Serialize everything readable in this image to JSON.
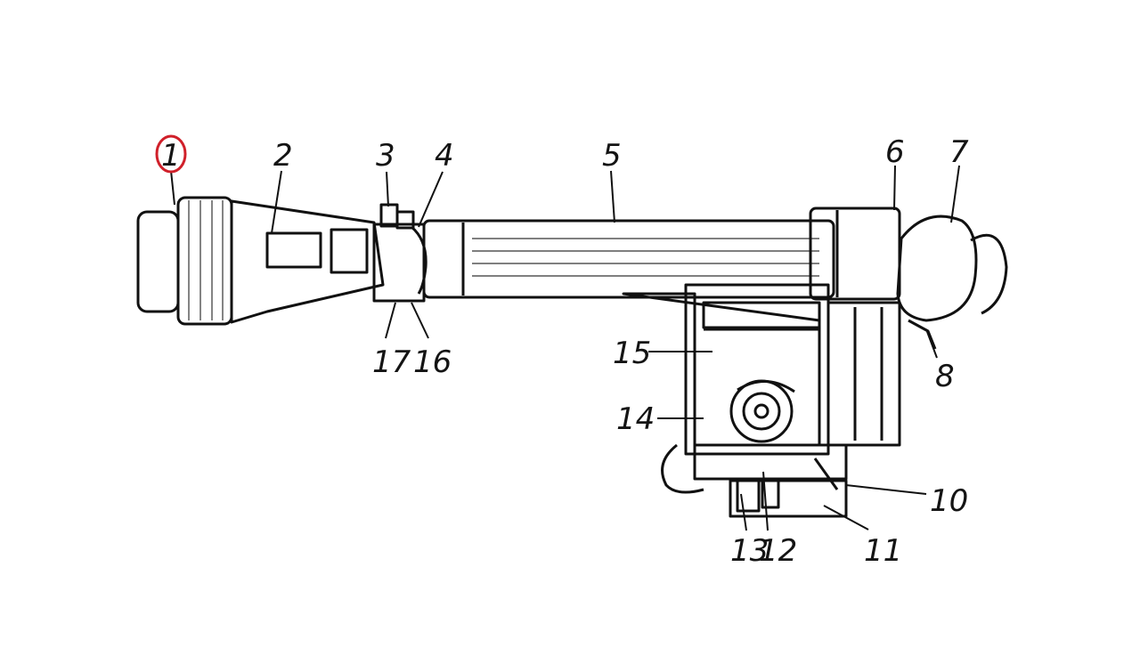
{
  "figure": {
    "callouts": [
      {
        "id": "1",
        "text": "1",
        "highlighted": true
      },
      {
        "id": "2",
        "text": "2"
      },
      {
        "id": "3",
        "text": "3"
      },
      {
        "id": "4",
        "text": "4"
      },
      {
        "id": "5",
        "text": "5"
      },
      {
        "id": "6",
        "text": "6"
      },
      {
        "id": "7",
        "text": "7"
      },
      {
        "id": "8",
        "text": "8"
      },
      {
        "id": "10",
        "text": "10"
      },
      {
        "id": "11",
        "text": "11"
      },
      {
        "id": "12",
        "text": "12"
      },
      {
        "id": "13",
        "text": "13"
      },
      {
        "id": "14",
        "text": "14"
      },
      {
        "id": "15",
        "text": "15"
      },
      {
        "id": "16",
        "text": "16"
      },
      {
        "id": "17",
        "text": "17"
      }
    ],
    "highlight_color": "#d0202a",
    "ink_color": "#111111"
  }
}
